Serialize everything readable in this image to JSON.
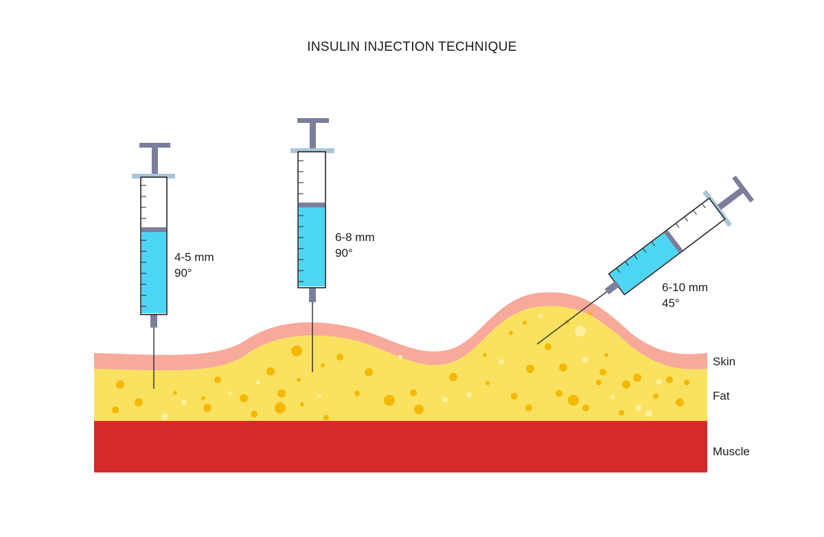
{
  "title": "INSULIN INJECTION TECHNIQUE",
  "layers": {
    "skin": "Skin",
    "fat": "Fat",
    "muscle": "Muscle"
  },
  "injections": [
    {
      "depth": "4-5 mm",
      "angle": "90°"
    },
    {
      "depth": "6-8 mm",
      "angle": "90°"
    },
    {
      "depth": "6-10 mm",
      "angle": "45°"
    }
  ],
  "colors": {
    "skin": "#f7a99a",
    "fat": "#fae160",
    "muscle": "#d52a2a",
    "liquid": "#4dd6f4",
    "plunger": "#7b7f9c",
    "flange": "#a9c5da",
    "bubble": "#f5b800"
  }
}
